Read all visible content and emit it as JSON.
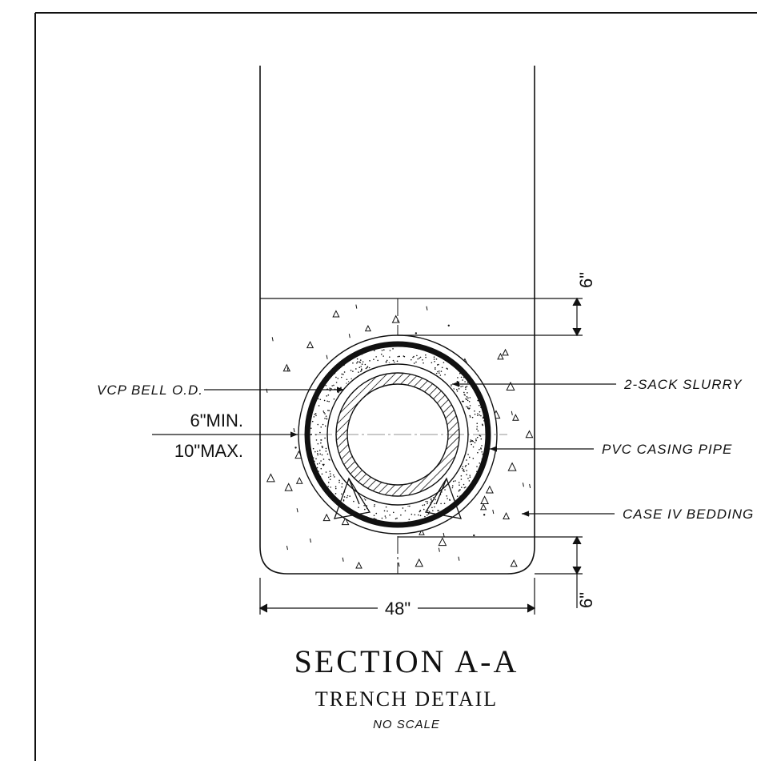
{
  "labels": {
    "vcp_bell_od": "VCP BELL O.D.",
    "slurry": "2-SACK SLURRY",
    "pvc_casing": "PVC CASING PIPE",
    "bedding": "CASE IV BEDDING",
    "min_clear": "6\"MIN.",
    "max_clear": "10\"MAX.",
    "top_cover": "6\"",
    "bottom_cover": "6\"",
    "width": "48\""
  },
  "title": {
    "main": "SECTION A-A",
    "sub": "TRENCH DETAIL",
    "scale": "NO SCALE"
  },
  "colors": {
    "ink": "#111111",
    "background": "#ffffff"
  }
}
